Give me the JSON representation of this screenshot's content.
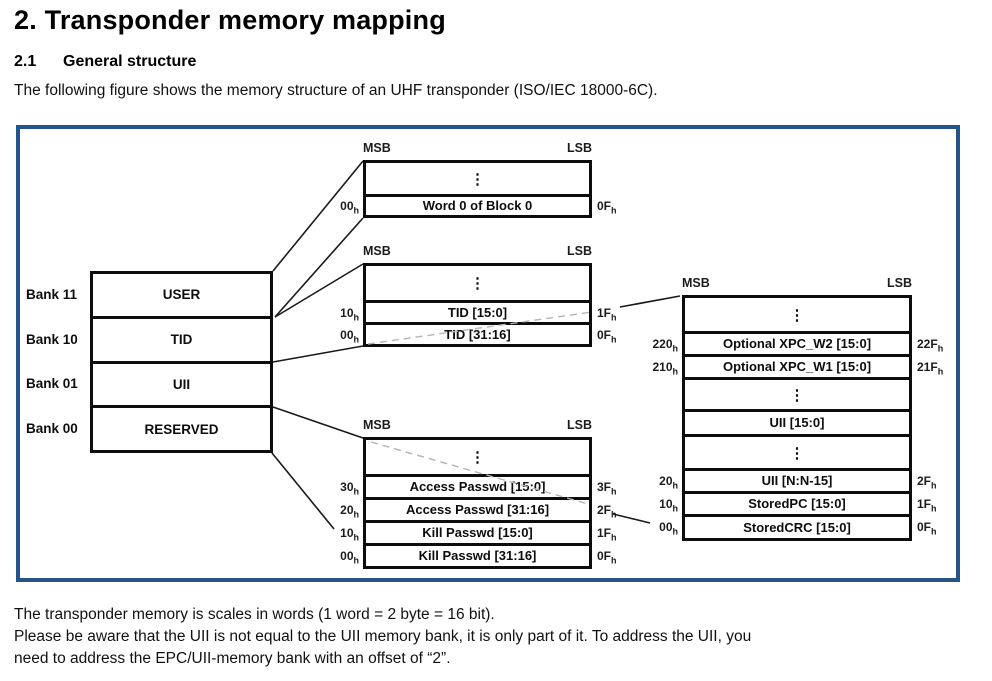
{
  "page": {
    "title": "2. Transponder memory mapping",
    "section": {
      "number": "2.1",
      "title": "General structure"
    },
    "intro": "The following figure shows the memory structure of an UHF transponder (ISO/IEC 18000-6C).",
    "footer": {
      "line1": "The transponder memory is scales in words (1 word = 2 byte = 16 bit).",
      "line2": "Please be aware that the UII is not equal to the UII memory bank, it is only part of it. To address the UII, you",
      "line3": "need to address the EPC/UII-memory bank with an offset of “2”."
    }
  },
  "figure": {
    "border_color": "#24558a",
    "msb": "MSB",
    "lsb": "LSB",
    "dots": "⋮",
    "hex_sub": "h",
    "banks": {
      "labels": [
        "Bank 11",
        "Bank 10",
        "Bank 01",
        "Bank 00"
      ],
      "names": [
        "USER",
        "TID",
        "UII",
        "RESERVED"
      ]
    },
    "blocks": {
      "word0": {
        "rows": [
          {
            "label": "Word 0 of Block 0",
            "left": "00",
            "right": "0F"
          }
        ]
      },
      "tid": {
        "rows": [
          {
            "label": "TID [15:0]",
            "left": "10",
            "right": "1F"
          },
          {
            "label": "TID [31:16]",
            "left": "00",
            "right": "0F"
          }
        ]
      },
      "reserved": {
        "rows": [
          {
            "label": "Access Passwd [15:0]",
            "left": "30",
            "right": "3F"
          },
          {
            "label": "Access Passwd [31:16]",
            "left": "20",
            "right": "2F"
          },
          {
            "label": "Kill Passwd [15:0]",
            "left": "10",
            "right": "1F"
          },
          {
            "label": "Kill Passwd [31:16]",
            "left": "00",
            "right": "0F"
          }
        ]
      },
      "uii": {
        "rows": [
          {
            "label": "Optional XPC_W2 [15:0]",
            "left": "220",
            "right": "22F"
          },
          {
            "label": "Optional XPC_W1 [15:0]",
            "left": "210",
            "right": "21F"
          },
          {
            "label": "UII [15:0]"
          },
          {
            "label": "UII [N:N-15]",
            "left": "20",
            "right": "2F"
          },
          {
            "label": "StoredPC [15:0]",
            "left": "10",
            "right": "1F"
          },
          {
            "label": "StoredCRC [15:0]",
            "left": "00",
            "right": "0F"
          }
        ]
      }
    }
  }
}
